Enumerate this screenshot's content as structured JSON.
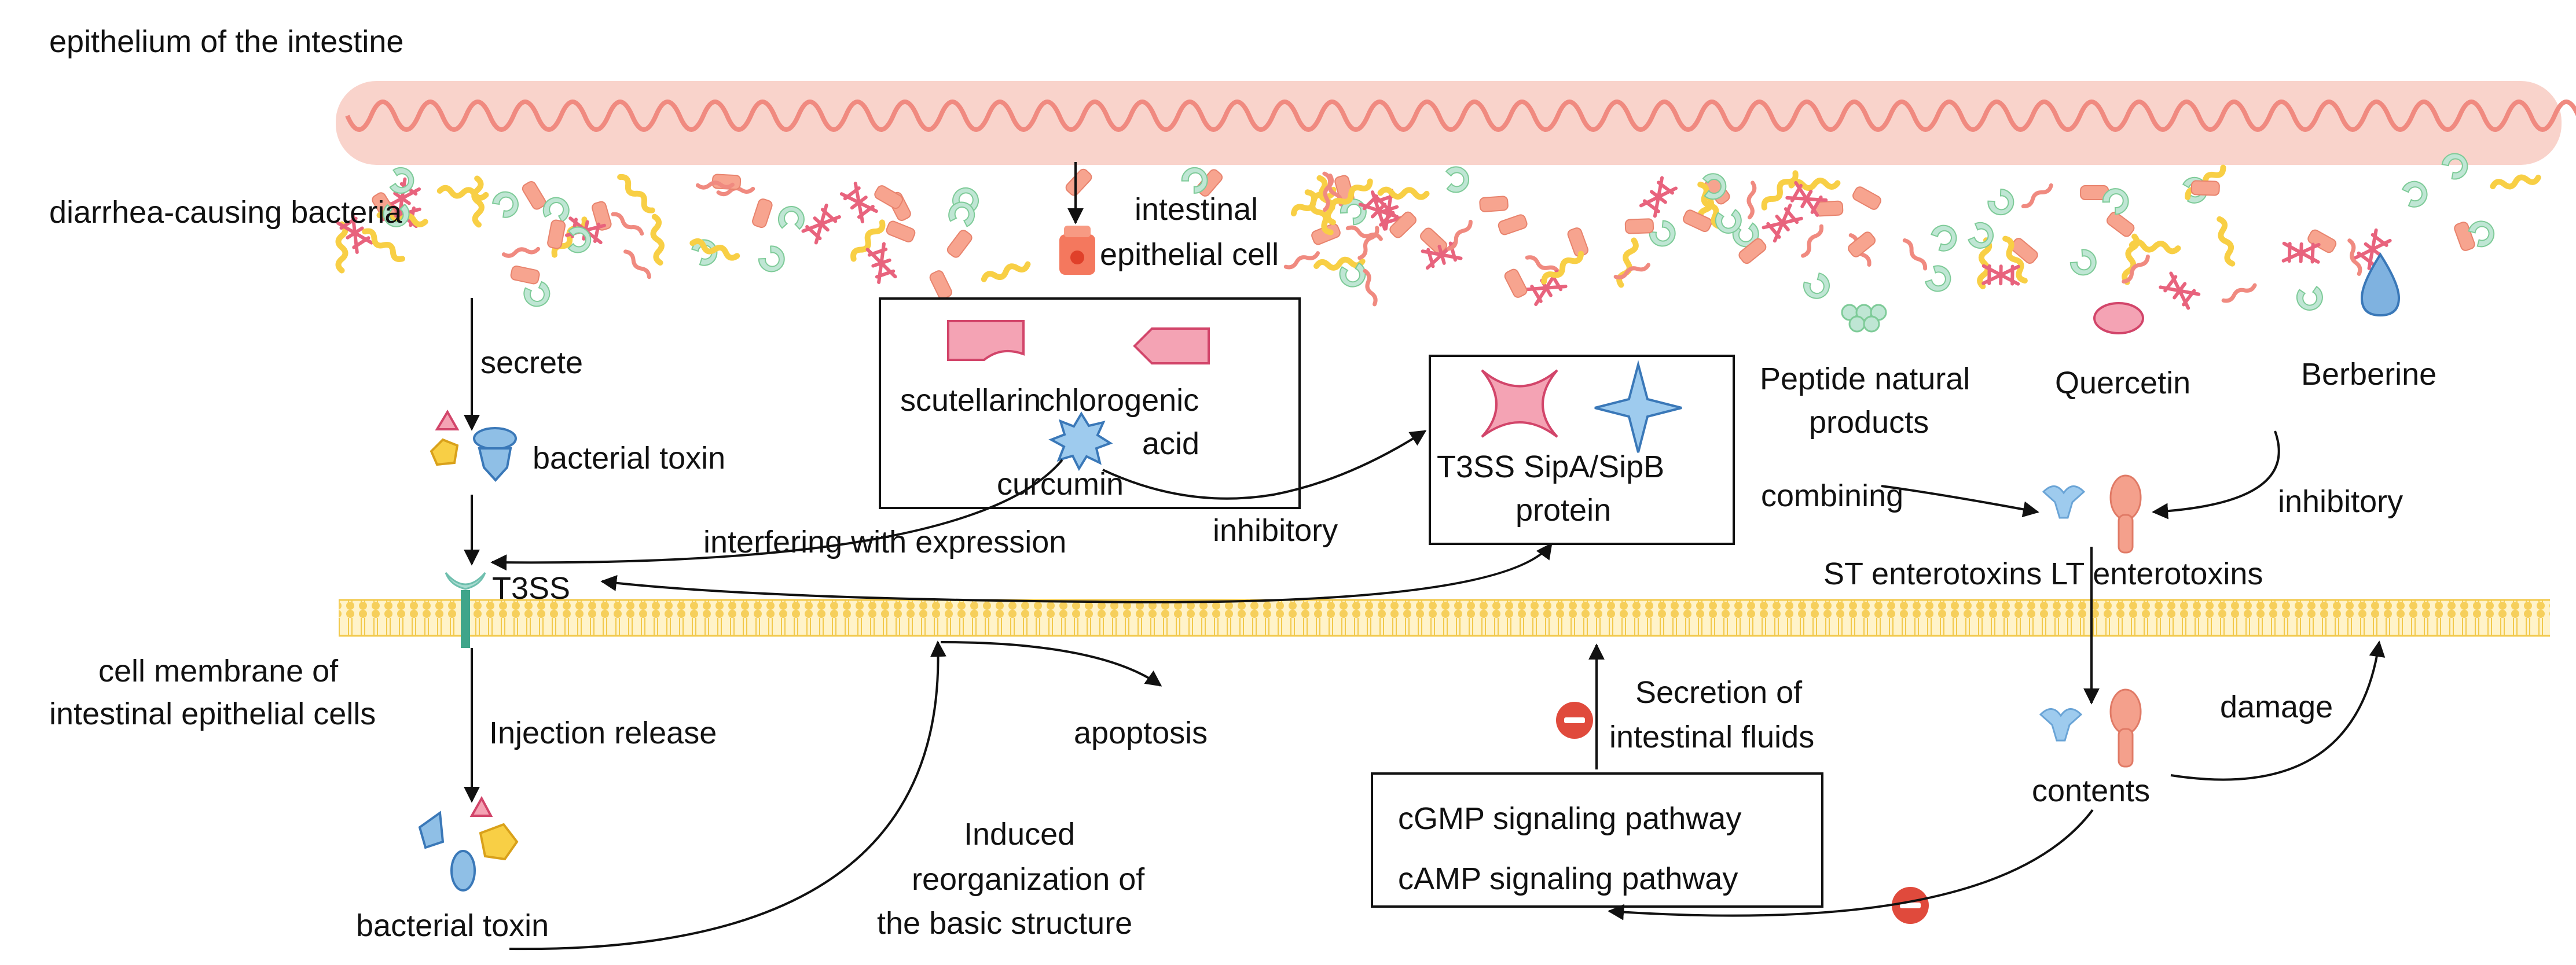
{
  "labels": {
    "epithelium_title": "epithelium of the intestine",
    "diarrhea_bacteria": "diarrhea-causing bacteria",
    "intestinal_epithelial_cell_line1": "intestinal",
    "intestinal_epithelial_cell_line2": "epithelial cell",
    "secrete": "secrete",
    "bacterial_toxin_top": "bacterial toxin",
    "t3ss": "T3SS",
    "cell_membrane_line1": "cell membrane of",
    "cell_membrane_line2": "intestinal epithelial cells",
    "injection_release": "Injection release",
    "bacterial_toxin_bottom": "bacterial toxin",
    "induced_line1": "Induced",
    "induced_line2": "reorganization of",
    "induced_line3": "the basic structure",
    "apoptosis": "apoptosis",
    "interfering": "interfering with expression",
    "inhibitory_mid": "inhibitory",
    "scutellarin": "scutellarin",
    "chlorogenic_line1": "chlorogenic",
    "chlorogenic_line2": "acid",
    "curcumin": "curcumin",
    "t3ss_box_line1": "T3SS SipA/SipB",
    "t3ss_box_line2": "protein",
    "peptide_line1": "Peptide natural",
    "peptide_line2": "products",
    "quercetin": "Quercetin",
    "berberine": "Berberine",
    "combining": "combining",
    "inhibitory_right": "inhibitory",
    "st_lt": "ST enterotoxins LT enterotoxins",
    "secretion_line1": "Secretion of",
    "secretion_line2": "intestinal fluids",
    "cgmp": "cGMP signaling pathway",
    "camp": "cAMP signaling pathway",
    "contents": "contents",
    "damage": "damage"
  },
  "colors": {
    "epithelium_fill": "#f9d3cb",
    "epithelium_wave": "#f08a80",
    "membrane_fill": "#fbe6a6",
    "membrane_line": "#f2c94c",
    "toxin_blue": "#8fbfe6",
    "toxin_blue_edge": "#3a78b8",
    "toxin_pink": "#f4a3b4",
    "toxin_pink_edge": "#d2456a",
    "toxin_yellow": "#f8cf45",
    "toxin_yellow_edge": "#d9a11a",
    "inhibit_red": "#e04a3c",
    "teal": "#7ecb98",
    "salmon": "#f4a08c"
  }
}
